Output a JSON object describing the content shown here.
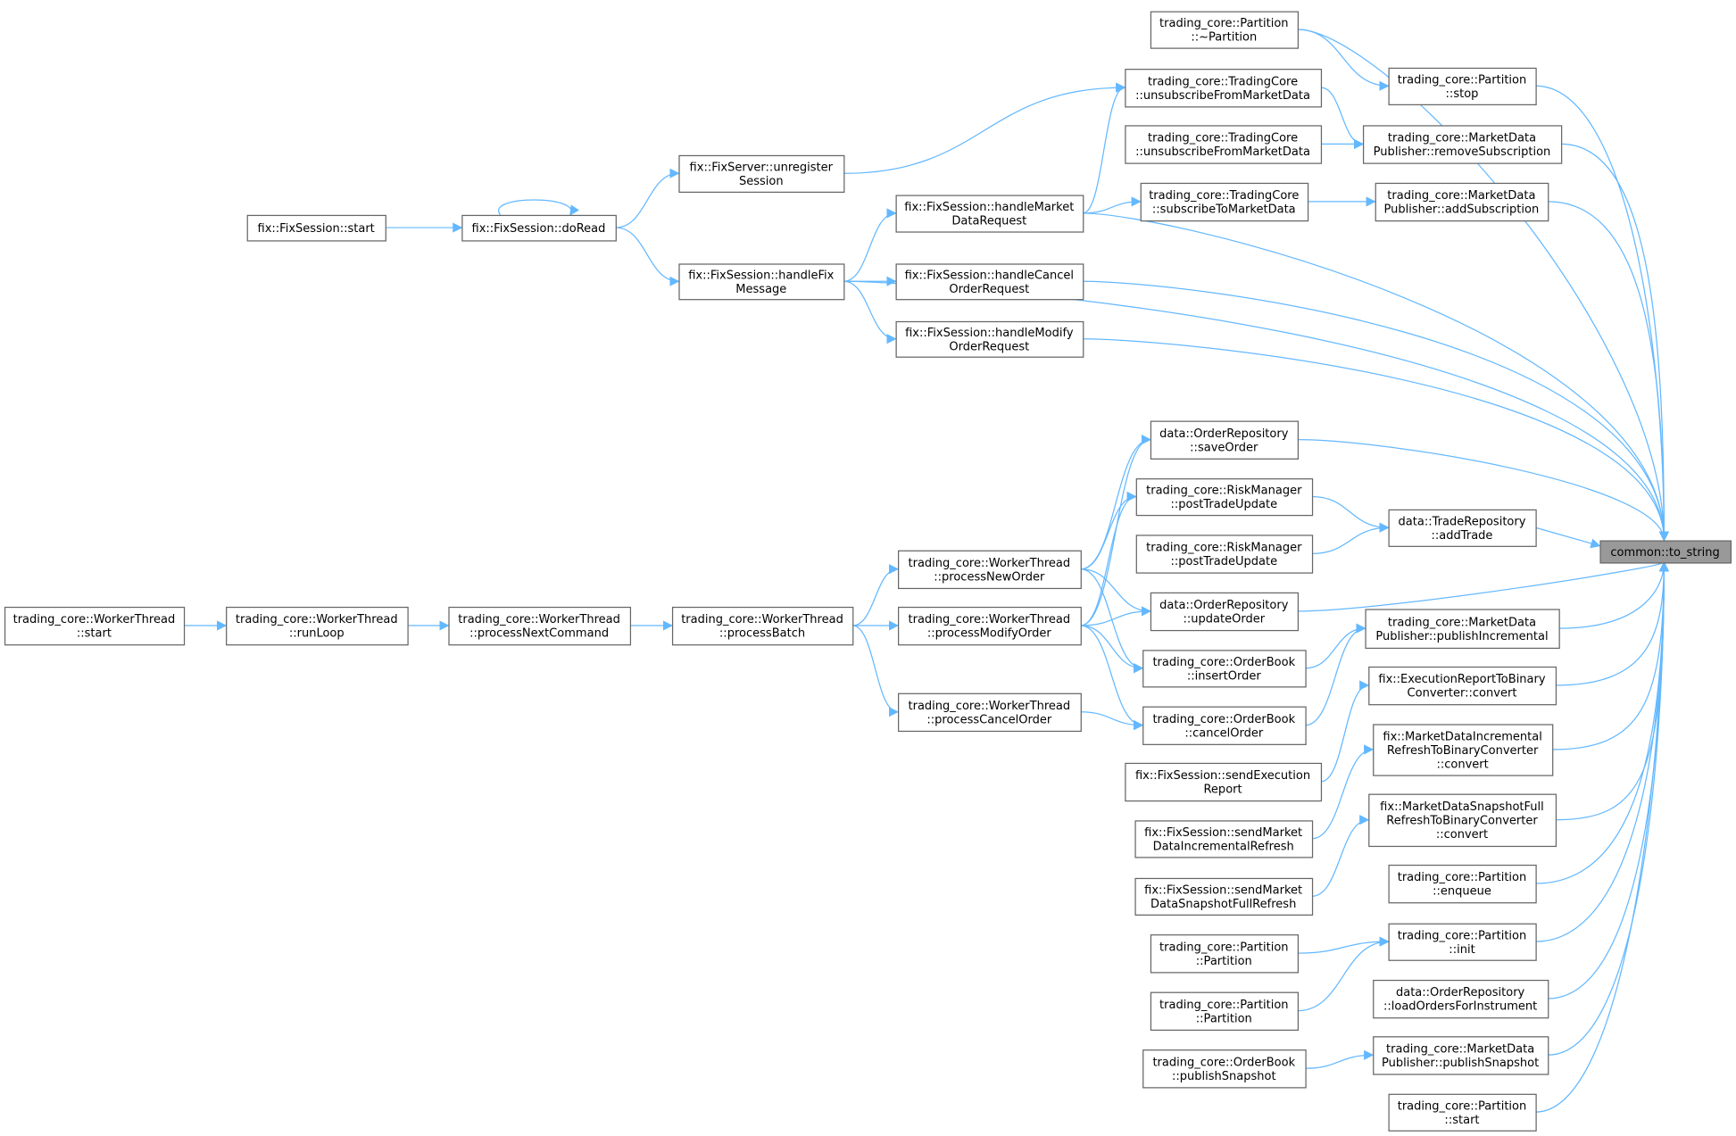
{
  "colors": {
    "edge": "#63b8ff",
    "node_border": "#666666",
    "root_fill": "#999999"
  },
  "nodes": [
    {
      "id": "partition_dtor",
      "lines": [
        "trading_core::Partition",
        "::~Partition"
      ]
    },
    {
      "id": "partition_stop",
      "lines": [
        "trading_core::Partition",
        "::stop"
      ]
    },
    {
      "id": "unsub_a",
      "lines": [
        "trading_core::TradingCore",
        "::unsubscribeFromMarketData"
      ]
    },
    {
      "id": "unsub_b",
      "lines": [
        "trading_core::TradingCore",
        "::unsubscribeFromMarketData"
      ]
    },
    {
      "id": "remove_sub",
      "lines": [
        "trading_core::MarketData",
        "Publisher::removeSubscription"
      ]
    },
    {
      "id": "unregister",
      "lines": [
        "fix::FixServer::unregister",
        "Session"
      ]
    },
    {
      "id": "fix_start",
      "lines": [
        "fix::FixSession::start"
      ]
    },
    {
      "id": "do_read",
      "lines": [
        "fix::FixSession::doRead"
      ]
    },
    {
      "id": "handle_md",
      "lines": [
        "fix::FixSession::handleMarket",
        "DataRequest"
      ]
    },
    {
      "id": "subscribe",
      "lines": [
        "trading_core::TradingCore",
        "::subscribeToMarketData"
      ]
    },
    {
      "id": "add_sub",
      "lines": [
        "trading_core::MarketData",
        "Publisher::addSubscription"
      ]
    },
    {
      "id": "handle_fix",
      "lines": [
        "fix::FixSession::handleFix",
        "Message"
      ]
    },
    {
      "id": "handle_cancel",
      "lines": [
        "fix::FixSession::handleCancel",
        "OrderRequest"
      ]
    },
    {
      "id": "handle_modify",
      "lines": [
        "fix::FixSession::handleModify",
        "OrderRequest"
      ]
    },
    {
      "id": "save_order",
      "lines": [
        "data::OrderRepository",
        "::saveOrder"
      ]
    },
    {
      "id": "post_trade_a",
      "lines": [
        "trading_core::RiskManager",
        "::postTradeUpdate"
      ]
    },
    {
      "id": "post_trade_b",
      "lines": [
        "trading_core::RiskManager",
        "::postTradeUpdate"
      ]
    },
    {
      "id": "add_trade",
      "lines": [
        "data::TradeRepository",
        "::addTrade"
      ]
    },
    {
      "id": "to_string",
      "lines": [
        "common::to_string"
      ],
      "root": true
    },
    {
      "id": "process_new",
      "lines": [
        "trading_core::WorkerThread",
        "::processNewOrder"
      ]
    },
    {
      "id": "update_order",
      "lines": [
        "data::OrderRepository",
        "::updateOrder"
      ]
    },
    {
      "id": "publish_inc",
      "lines": [
        "trading_core::MarketData",
        "Publisher::publishIncremental"
      ]
    },
    {
      "id": "wt_start",
      "lines": [
        "trading_core::WorkerThread",
        "::start"
      ]
    },
    {
      "id": "run_loop",
      "lines": [
        "trading_core::WorkerThread",
        "::runLoop"
      ]
    },
    {
      "id": "next_cmd",
      "lines": [
        "trading_core::WorkerThread",
        "::processNextCommand"
      ]
    },
    {
      "id": "process_batch",
      "lines": [
        "trading_core::WorkerThread",
        "::processBatch"
      ]
    },
    {
      "id": "process_modify",
      "lines": [
        "trading_core::WorkerThread",
        "::processModifyOrder"
      ]
    },
    {
      "id": "insert_order",
      "lines": [
        "trading_core::OrderBook",
        "::insertOrder"
      ]
    },
    {
      "id": "exec_conv",
      "lines": [
        "fix::ExecutionReportToBinary",
        "Converter::convert"
      ]
    },
    {
      "id": "process_cancel",
      "lines": [
        "trading_core::WorkerThread",
        "::processCancelOrder"
      ]
    },
    {
      "id": "cancel_order",
      "lines": [
        "trading_core::OrderBook",
        "::cancelOrder"
      ]
    },
    {
      "id": "mdinc_conv",
      "lines": [
        "fix::MarketDataIncremental",
        "RefreshToBinaryConverter",
        "::convert"
      ]
    },
    {
      "id": "send_exec",
      "lines": [
        "fix::FixSession::sendExecution",
        "Report"
      ]
    },
    {
      "id": "mdsnap_conv",
      "lines": [
        "fix::MarketDataSnapshotFull",
        "RefreshToBinaryConverter",
        "::convert"
      ]
    },
    {
      "id": "send_mdinc",
      "lines": [
        "fix::FixSession::sendMarket",
        "DataIncrementalRefresh"
      ]
    },
    {
      "id": "send_mdsnap",
      "lines": [
        "fix::FixSession::sendMarket",
        "DataSnapshotFullRefresh"
      ]
    },
    {
      "id": "enqueue",
      "lines": [
        "trading_core::Partition",
        "::enqueue"
      ]
    },
    {
      "id": "init",
      "lines": [
        "trading_core::Partition",
        "::init"
      ]
    },
    {
      "id": "partition_a",
      "lines": [
        "trading_core::Partition",
        "::Partition"
      ]
    },
    {
      "id": "load_orders",
      "lines": [
        "data::OrderRepository",
        "::loadOrdersForInstrument"
      ]
    },
    {
      "id": "partition_b",
      "lines": [
        "trading_core::Partition",
        "::Partition"
      ]
    },
    {
      "id": "ob_snapshot",
      "lines": [
        "trading_core::OrderBook",
        "::publishSnapshot"
      ]
    },
    {
      "id": "mdp_snapshot",
      "lines": [
        "trading_core::MarketData",
        "Publisher::publishSnapshot"
      ]
    },
    {
      "id": "partition_start",
      "lines": [
        "trading_core::Partition",
        "::start"
      ]
    }
  ],
  "edges": [
    [
      "fix_start",
      "do_read"
    ],
    [
      "do_read",
      "do_read"
    ],
    [
      "do_read",
      "unregister"
    ],
    [
      "do_read",
      "handle_fix"
    ],
    [
      "unregister",
      "unsub_a"
    ],
    [
      "handle_fix",
      "handle_md"
    ],
    [
      "handle_fix",
      "handle_cancel"
    ],
    [
      "handle_fix",
      "handle_modify"
    ],
    [
      "handle_fix",
      "to_string"
    ],
    [
      "handle_md",
      "unsub_a"
    ],
    [
      "handle_md",
      "subscribe"
    ],
    [
      "handle_md",
      "to_string"
    ],
    [
      "handle_cancel",
      "to_string"
    ],
    [
      "handle_modify",
      "to_string"
    ],
    [
      "partition_dtor",
      "partition_stop"
    ],
    [
      "partition_dtor",
      "to_string"
    ],
    [
      "partition_stop",
      "to_string"
    ],
    [
      "unsub_a",
      "remove_sub"
    ],
    [
      "unsub_b",
      "remove_sub"
    ],
    [
      "remove_sub",
      "to_string"
    ],
    [
      "subscribe",
      "add_sub"
    ],
    [
      "add_sub",
      "to_string"
    ],
    [
      "wt_start",
      "run_loop"
    ],
    [
      "run_loop",
      "next_cmd"
    ],
    [
      "next_cmd",
      "process_batch"
    ],
    [
      "process_batch",
      "process_new"
    ],
    [
      "process_batch",
      "process_modify"
    ],
    [
      "process_batch",
      "process_cancel"
    ],
    [
      "process_new",
      "save_order"
    ],
    [
      "process_new",
      "post_trade_a"
    ],
    [
      "process_new",
      "update_order"
    ],
    [
      "process_new",
      "insert_order"
    ],
    [
      "process_modify",
      "save_order"
    ],
    [
      "process_modify",
      "post_trade_a"
    ],
    [
      "process_modify",
      "update_order"
    ],
    [
      "process_modify",
      "insert_order"
    ],
    [
      "process_modify",
      "cancel_order"
    ],
    [
      "process_cancel",
      "cancel_order"
    ],
    [
      "save_order",
      "to_string"
    ],
    [
      "post_trade_a",
      "add_trade"
    ],
    [
      "post_trade_b",
      "add_trade"
    ],
    [
      "add_trade",
      "to_string"
    ],
    [
      "update_order",
      "to_string"
    ],
    [
      "insert_order",
      "publish_inc"
    ],
    [
      "cancel_order",
      "publish_inc"
    ],
    [
      "publish_inc",
      "to_string"
    ],
    [
      "send_exec",
      "exec_conv"
    ],
    [
      "exec_conv",
      "to_string"
    ],
    [
      "send_mdinc",
      "mdinc_conv"
    ],
    [
      "mdinc_conv",
      "to_string"
    ],
    [
      "send_mdsnap",
      "mdsnap_conv"
    ],
    [
      "mdsnap_conv",
      "to_string"
    ],
    [
      "enqueue",
      "to_string"
    ],
    [
      "partition_a",
      "init"
    ],
    [
      "partition_b",
      "init"
    ],
    [
      "init",
      "to_string"
    ],
    [
      "load_orders",
      "to_string"
    ],
    [
      "ob_snapshot",
      "mdp_snapshot"
    ],
    [
      "mdp_snapshot",
      "to_string"
    ],
    [
      "partition_start",
      "to_string"
    ]
  ]
}
